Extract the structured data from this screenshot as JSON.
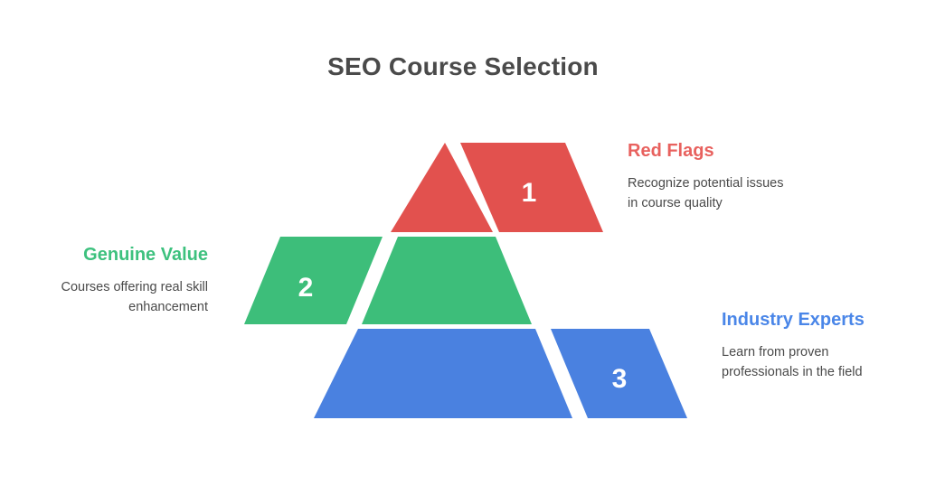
{
  "chart_data": {
    "type": "pyramid",
    "title": "SEO Course Selection",
    "orientation": "3-tier pyramid with side parallelogram callouts",
    "tiers": [
      {
        "step": "1",
        "heading": "Red Flags",
        "description": "Recognize potential issues in course quality",
        "color": "#e2514e",
        "label_color": "#e8615e",
        "side": "right",
        "level": "top"
      },
      {
        "step": "2",
        "heading": "Genuine Value",
        "description": "Courses offering real skill enhancement",
        "color": "#3dbe7a",
        "label_color": "#3dc17e",
        "side": "left",
        "level": "middle"
      },
      {
        "step": "3",
        "heading": "Industry Experts",
        "description": "Learn from proven professionals in the field",
        "color": "#4a81e0",
        "label_color": "#4a86e8",
        "side": "right",
        "level": "bottom"
      }
    ]
  },
  "page": {
    "title": "SEO Course Selection",
    "background": "#ffffff",
    "title_color": "#4a4a4a"
  },
  "tier_top": {
    "step": "1",
    "heading": "Red Flags",
    "description": "Recognize potential issues in course quality"
  },
  "tier_middle": {
    "step": "2",
    "heading": "Genuine Value",
    "description": "Courses offering real skill enhancement"
  },
  "tier_bottom": {
    "step": "3",
    "heading": "Industry Experts",
    "description": "Learn from proven professionals in the field"
  }
}
